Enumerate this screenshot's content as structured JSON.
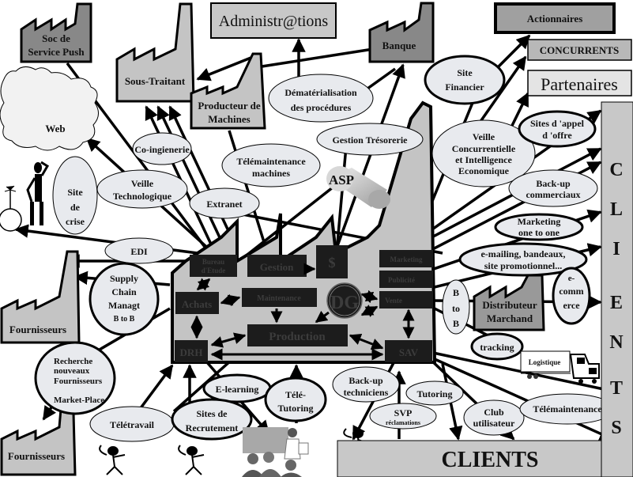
{
  "diagram": {
    "colors": {
      "stroke": "#000000",
      "box_light": "#c8c8c8",
      "box_mid": "#a0a0a0",
      "box_dark": "#888888",
      "ellipse_fill": "#e8eaee",
      "dept_fill": "#1c1c1c",
      "dept_text": "#3a3a3a",
      "factory_fill": "#c4c4c4",
      "clients_bar": "#c8c8c8"
    },
    "external_entities": {
      "soc_service_push": [
        "Soc de",
        "Service Push"
      ],
      "sous_traitant": "Sous-Traitant",
      "producteur_machines": [
        "Producteur de",
        "Machines"
      ],
      "administrations": "Administr@tions",
      "banque": "Banque",
      "actionnaires": "Actionnaires",
      "concurrents": "CONCURRENTS",
      "partenaires": "Partenaires",
      "web": "Web",
      "fournisseurs_top": "Fournisseurs",
      "fournisseurs_bottom": "Fournisseurs",
      "distributeur": [
        "Distributeur",
        "Marchand"
      ],
      "logistique": "Logistique",
      "clients_vertical": [
        "C",
        "L",
        "I",
        "E",
        "N",
        "T",
        "S"
      ],
      "clients_bottom": "CLIENTS",
      "asp": "ASP"
    },
    "departments": {
      "bureau_etude": [
        "Bureau",
        "d'Etude"
      ],
      "gestion": "Gestion",
      "dollar": "$",
      "marketing": "Marketing",
      "publicite": "Publicité",
      "vente": "Vente",
      "achats": "Achats",
      "maintenance": "Maintenance",
      "dg": "DG",
      "production": "Production",
      "drh": "DRH",
      "sav": "SAV"
    },
    "services": {
      "dematerialisation": [
        "Dématérialisation",
        "des procédures"
      ],
      "site_financier": [
        "Site",
        "Financier"
      ],
      "co_ingenierie": "Co-ingienerie",
      "telemaintenance_machines": [
        "Télémaintenance",
        "machines"
      ],
      "gestion_tresorerie": "Gestion  Trésorerie",
      "veille_concurrentielle": [
        "Veille",
        "Concurrentielle",
        "et Intelligence",
        "Economique"
      ],
      "sites_appel_offre": [
        "Sites d 'appel",
        "d 'offre"
      ],
      "veille_technologique": [
        "Veille",
        "Technologique"
      ],
      "extranet": "Extranet",
      "site_crise": [
        "Site",
        "de",
        "crise"
      ],
      "back_up_commerciaux": [
        "Back-up",
        "commerciaux"
      ],
      "marketing_one_to_one": [
        "Marketing",
        "one to one"
      ],
      "emailing": [
        "e-mailing, bandeaux,",
        "site promotionnel..."
      ],
      "edi": "EDI",
      "supply_chain": [
        "Supply",
        "Chain",
        "Managt",
        "B to B"
      ],
      "b_to_b": [
        "B",
        "to",
        "B"
      ],
      "e_commerce": [
        "e-",
        "comm",
        "erce"
      ],
      "tracking": "tracking",
      "recherche_fournisseurs": [
        "Recherche",
        "nouveaux",
        "Fournisseurs",
        "Market-Place"
      ],
      "e_learning": "E-learning",
      "tele_tutoring": [
        "Télé-",
        "Tutoring"
      ],
      "back_up_techniciens": [
        "Back-up",
        "techniciens"
      ],
      "tutoring": "Tutoring",
      "svp_reclamations": [
        "SVP",
        "réclamations"
      ],
      "teletravail": "Télétravail",
      "sites_recrutement": [
        "Sites de",
        "Recrutement"
      ],
      "club_utilisateur": [
        "Club",
        "utilisateur"
      ],
      "telemaintenance": "Télémaintenance"
    }
  }
}
